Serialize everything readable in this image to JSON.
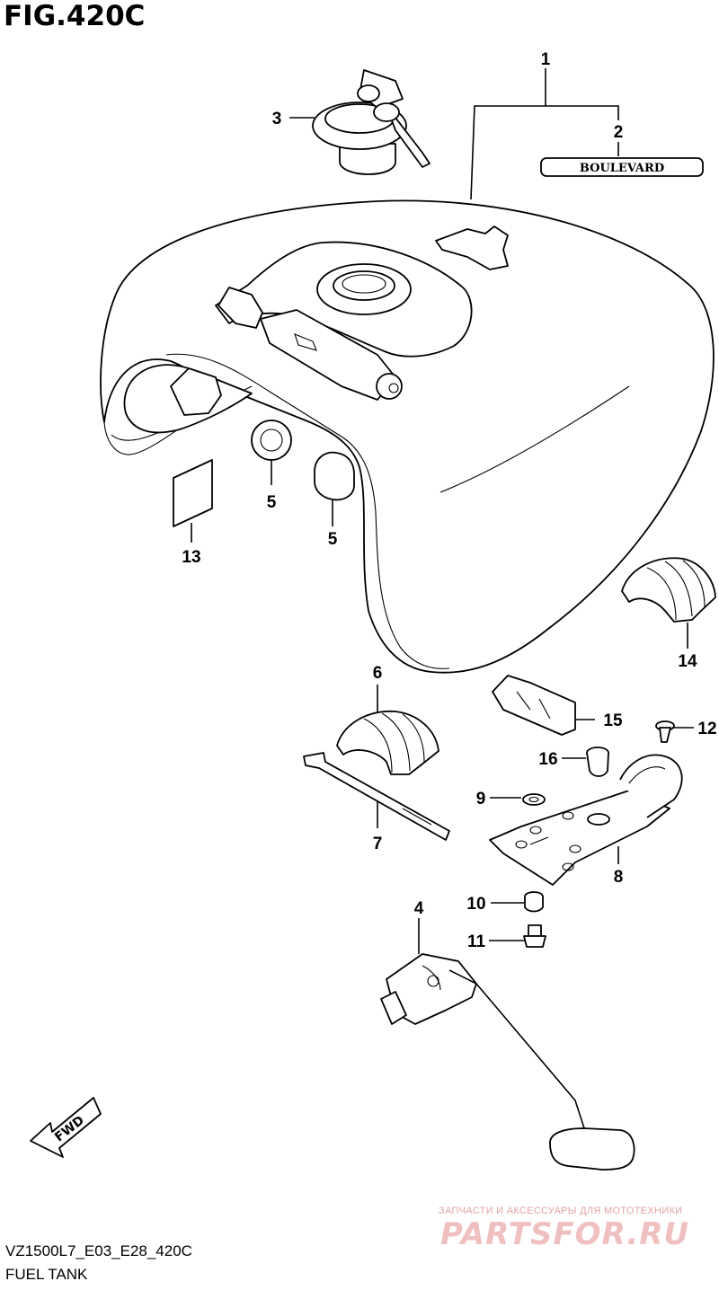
{
  "figure": {
    "title": "FIG.420C",
    "model_code": "VZ1500L7_E03_E28_420C",
    "name": "FUEL TANK"
  },
  "emblem_text": "BOULEVARD",
  "fwd_label": "FWD",
  "callouts": [
    "1",
    "2",
    "3",
    "4",
    "5",
    "5",
    "6",
    "7",
    "8",
    "9",
    "10",
    "11",
    "12",
    "13",
    "14",
    "15",
    "16"
  ],
  "watermark": {
    "top_text": "ЗАПЧАСТИ И АКСЕССУАРЫ ДЛЯ МОТОТЕХНИКИ",
    "brand": "PARTSFOR.RU"
  },
  "parts": [
    {
      "callout": "1",
      "icon": "fuel-tank-icon"
    },
    {
      "callout": "2",
      "icon": "emblem-icon"
    },
    {
      "callout": "3",
      "icon": "fuel-cap-icon"
    },
    {
      "callout": "4",
      "icon": "fuel-level-gauge-icon"
    },
    {
      "callout": "5",
      "icon": "cushion-icon"
    },
    {
      "callout": "6",
      "icon": "rubber-cushion-icon"
    },
    {
      "callout": "7",
      "icon": "cable-tie-icon"
    },
    {
      "callout": "8",
      "icon": "bracket-icon"
    },
    {
      "callout": "9",
      "icon": "washer-icon"
    },
    {
      "callout": "10",
      "icon": "grommet-icon"
    },
    {
      "callout": "11",
      "icon": "bolt-icon"
    },
    {
      "callout": "12",
      "icon": "screw-icon"
    },
    {
      "callout": "13",
      "icon": "label-icon"
    },
    {
      "callout": "14",
      "icon": "rear-cushion-icon"
    },
    {
      "callout": "15",
      "icon": "pad-icon"
    },
    {
      "callout": "16",
      "icon": "damper-icon"
    }
  ]
}
